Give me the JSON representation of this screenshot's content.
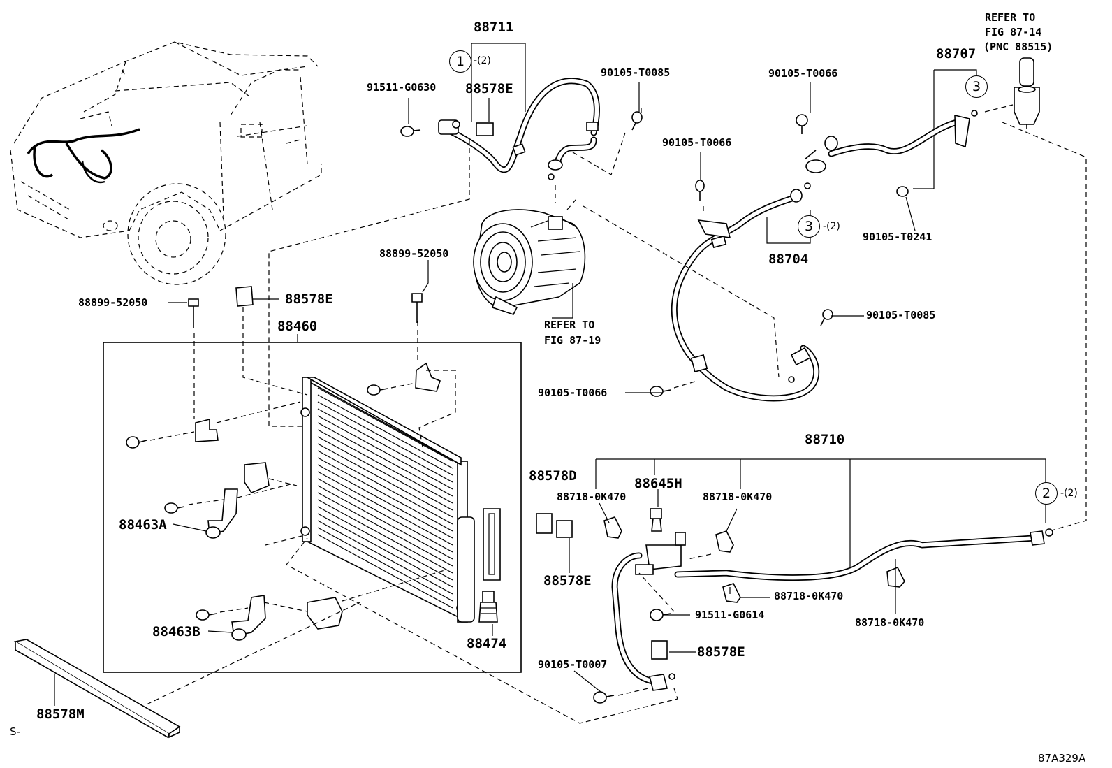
{
  "diagram": {
    "callouts": [
      {
        "id": "c88711",
        "text": "88711"
      },
      {
        "id": "c91511_g0630",
        "text": "91511-G0630"
      },
      {
        "id": "c88578e_top",
        "text": "88578E"
      },
      {
        "id": "c90105_t0085_top",
        "text": "90105-T0085"
      },
      {
        "id": "c90105_t0066_a",
        "text": "90105-T0066"
      },
      {
        "id": "c90105_t0066_b",
        "text": "90105-T0066"
      },
      {
        "id": "c88707",
        "text": "88707"
      },
      {
        "id": "c88704",
        "text": "88704"
      },
      {
        "id": "c90105_t0241",
        "text": "90105-T0241"
      },
      {
        "id": "c88899_52050_a",
        "text": "88899-52050"
      },
      {
        "id": "c88899_52050_b",
        "text": "88899-52050"
      },
      {
        "id": "c88578e_mid",
        "text": "88578E"
      },
      {
        "id": "c88460",
        "text": "88460"
      },
      {
        "id": "c90105_t0085_mid",
        "text": "90105-T0085"
      },
      {
        "id": "c90105_t0066_c",
        "text": "90105-T0066"
      },
      {
        "id": "c88710",
        "text": "88710"
      },
      {
        "id": "c88578d",
        "text": "88578D"
      },
      {
        "id": "c88645h",
        "text": "88645H"
      },
      {
        "id": "c88718_a",
        "text": "88718-0K470"
      },
      {
        "id": "c88718_b",
        "text": "88718-0K470"
      },
      {
        "id": "c88718_c",
        "text": "88718-0K470"
      },
      {
        "id": "c88718_d",
        "text": "88718-0K470"
      },
      {
        "id": "c88463a",
        "text": "88463A"
      },
      {
        "id": "c88463b",
        "text": "88463B"
      },
      {
        "id": "c88474",
        "text": "88474"
      },
      {
        "id": "c88578e_low1",
        "text": "88578E"
      },
      {
        "id": "c91511_g0614",
        "text": "91511-G0614"
      },
      {
        "id": "c88578e_low2",
        "text": "88578E"
      },
      {
        "id": "c90105_t0007",
        "text": "90105-T0007"
      },
      {
        "id": "c88578m",
        "text": "88578M"
      }
    ],
    "refer_compressor": [
      "REFER TO",
      "FIG 87-19"
    ],
    "refer_valve": [
      "REFER TO",
      "FIG 87-14",
      "(PNC 88515)"
    ],
    "markers": [
      {
        "id": "m1",
        "num": "1",
        "qty": "-(2)"
      },
      {
        "id": "m3a",
        "num": "3",
        "qty": ""
      },
      {
        "id": "m3b",
        "num": "3",
        "qty": "-(2)"
      },
      {
        "id": "m2",
        "num": "2",
        "qty": "-(2)"
      }
    ],
    "corner_left": "S-",
    "figure_code": "87A329A"
  }
}
